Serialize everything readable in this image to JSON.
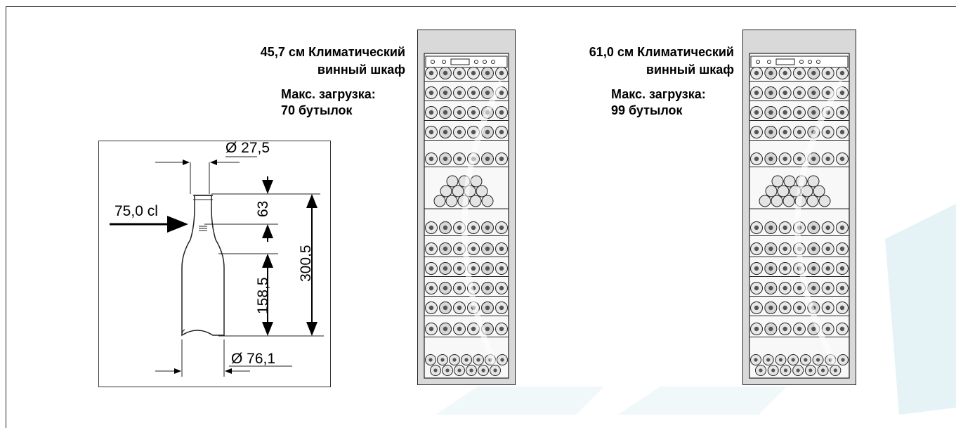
{
  "cabinets": [
    {
      "title_line1": "45,7 см Климатический",
      "title_line2": "винный шкаф",
      "load_label": "Макс. загрузка:",
      "load_value": "70 бутылок"
    },
    {
      "title_line1": "61,0 см Климатический",
      "title_line2": "винный шкаф",
      "load_label": "Макс. загрузка:",
      "load_value": "99 бутылок"
    }
  ],
  "bottle": {
    "volume": "75,0 cl",
    "neck_diameter": "Ø 27,5",
    "base_diameter": "Ø 76,1",
    "fill_depth": "63",
    "body_height": "158,5",
    "total_height": "300,5"
  },
  "colors": {
    "cabinet_frame": "#d9d9d9",
    "outline": "#222222",
    "watermark": "#e8f4f6"
  }
}
